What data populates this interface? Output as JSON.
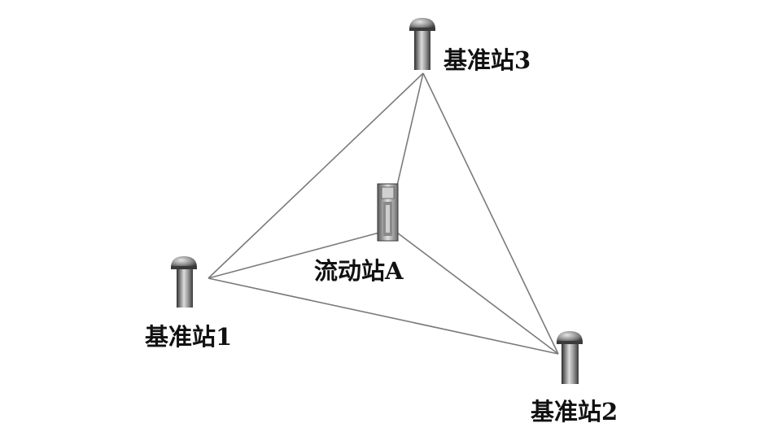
{
  "stations": {
    "base1": {
      "label": "基准站1"
    },
    "base2": {
      "label": "基准站2"
    },
    "base3": {
      "label": "基准站3"
    },
    "rover": {
      "label": "流动站A"
    }
  },
  "colors": {
    "line": "#7a7a7a",
    "antenna_dark": "#3a3a3a",
    "antenna_light": "#d8d8d8",
    "text": "#111111"
  },
  "icons": {
    "base_station": "gnss-antenna-icon",
    "rover": "gnss-receiver-icon"
  }
}
